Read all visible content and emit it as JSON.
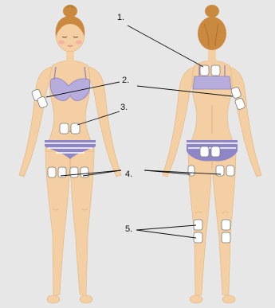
{
  "labels": [
    {
      "text": "1."
    },
    {
      "text": "2."
    },
    {
      "text": "3."
    },
    {
      "text": "4."
    },
    {
      "text": "5."
    }
  ],
  "colors": {
    "background": "#e7e7e7",
    "skin": "#f4cfa3",
    "skin_shadow": "#e6b887",
    "hair": "#c9893f",
    "hair_dark": "#a86c2c",
    "bra": "#b6addd",
    "bra_stroke": "#8c82bf",
    "underwear": "#8f86c8",
    "stripe": "#ffffff",
    "electrode_fill": "#ffffff",
    "electrode_stroke": "#7a7a7a",
    "leader_line": "#111111"
  }
}
